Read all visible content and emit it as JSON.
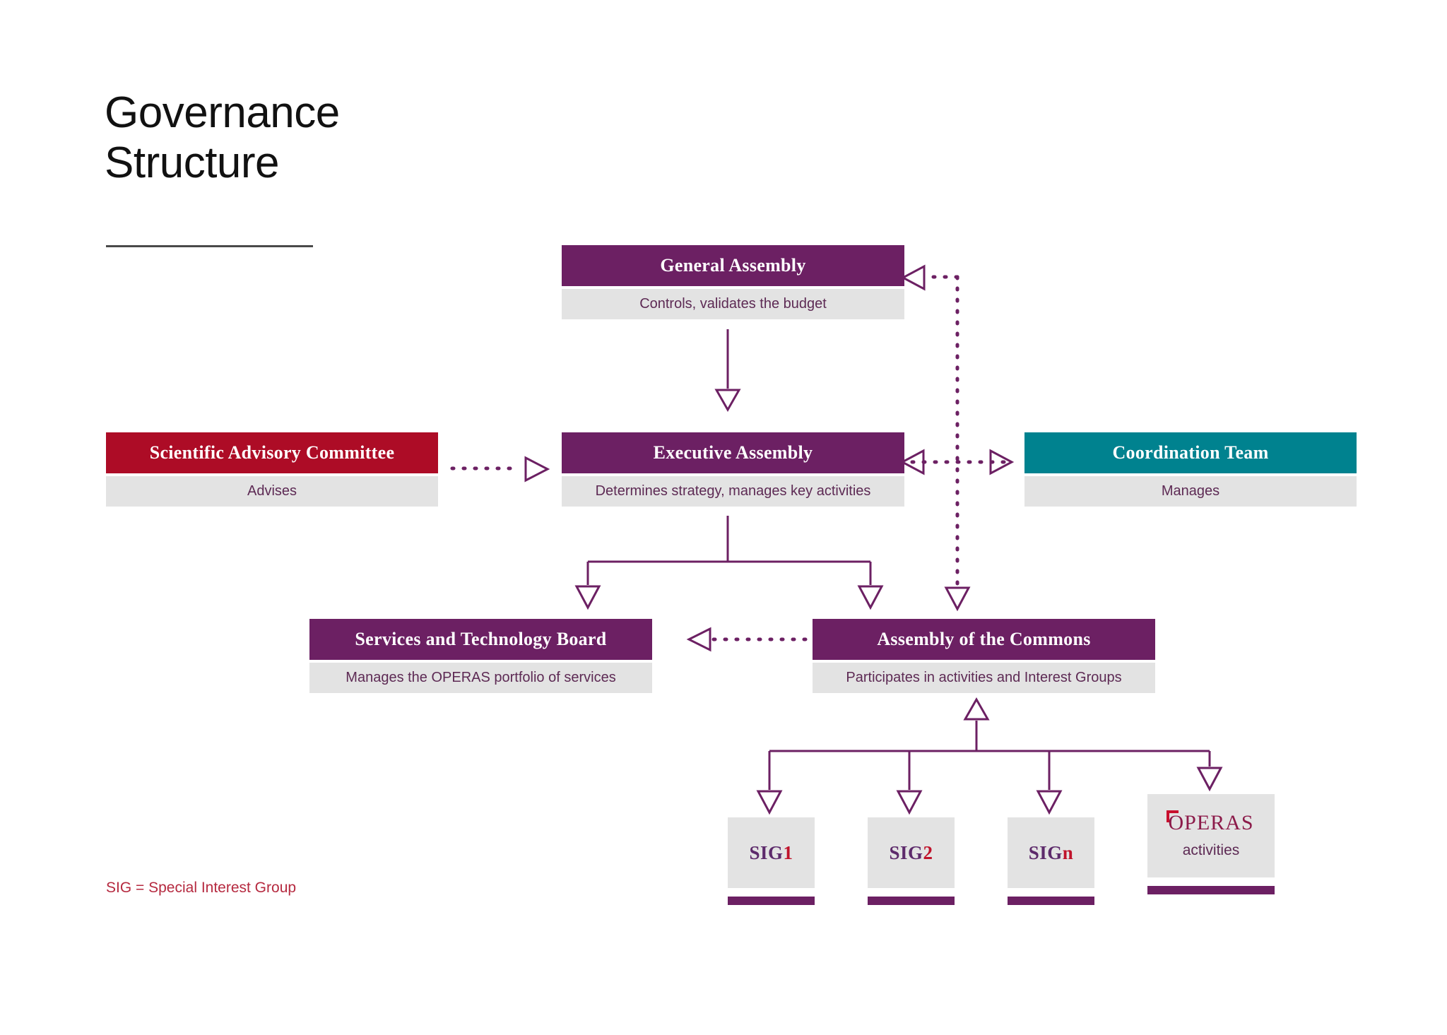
{
  "page": {
    "title": "Governance\nStructure",
    "legend": "SIG = Special Interest Group",
    "background": "#ffffff"
  },
  "colors": {
    "purple": "#6c2063",
    "red": "#ad0c26",
    "teal": "#00828f",
    "body_bg": "#e3e3e3",
    "body_text": "#5d2a54",
    "line": "#6c2063",
    "legend_text": "#b5293f",
    "rule": "#4a4a4a"
  },
  "nodes": {
    "general_assembly": {
      "title": "General Assembly",
      "description": "Controls, validates the budget",
      "color": "purple"
    },
    "scientific_advisory_committee": {
      "title": "Scientific Advisory Committee",
      "description": "Advises",
      "color": "red"
    },
    "executive_assembly": {
      "title": "Executive Assembly",
      "description": "Determines strategy, manages key activities",
      "color": "purple"
    },
    "coordination_team": {
      "title": "Coordination Team",
      "description": "Manages",
      "color": "teal"
    },
    "services_technology_board": {
      "title": "Services and Technology Board",
      "description": "Manages the OPERAS portfolio of services",
      "color": "purple"
    },
    "assembly_of_the_commons": {
      "title": "Participates in activities and Interest Groups",
      "heading": "Assembly of the Commons",
      "description": "Participates in activities and Interest Groups",
      "color": "purple"
    }
  },
  "cards": [
    {
      "prefix": "SIG",
      "accent": "1",
      "kind": "sig"
    },
    {
      "prefix": "SIG",
      "accent": "2",
      "kind": "sig"
    },
    {
      "prefix": "SIG",
      "accent": "n",
      "kind": "sig"
    },
    {
      "logo": "OPERAS",
      "sub": "activities",
      "kind": "logo"
    }
  ],
  "connectors": [
    {
      "from": "general_assembly",
      "to": "executive_assembly",
      "style": "solid",
      "arrow": "down"
    },
    {
      "from": "scientific_advisory_committee",
      "to": "executive_assembly",
      "style": "dotted",
      "arrow": "right"
    },
    {
      "from": "coordination_team",
      "to": "executive_assembly",
      "style": "dotted",
      "arrow": "left"
    },
    {
      "from": "coordination_team",
      "to": "general_assembly",
      "style": "dotted",
      "arrow": "left"
    },
    {
      "from": "coordination_team",
      "to": "assembly_of_the_commons",
      "style": "dotted",
      "arrow": "down"
    },
    {
      "from": "executive_assembly",
      "to": "services_technology_board",
      "style": "solid",
      "arrow": "down"
    },
    {
      "from": "executive_assembly",
      "to": "assembly_of_the_commons",
      "style": "solid",
      "arrow": "down"
    },
    {
      "from": "assembly_of_the_commons",
      "to": "services_technology_board",
      "style": "dotted",
      "arrow": "left"
    },
    {
      "from": "sig_bus",
      "to": "assembly_of_the_commons",
      "style": "solid",
      "arrow": "up"
    },
    {
      "from": "sig_bus",
      "to": "sig1",
      "style": "solid",
      "arrow": "down"
    },
    {
      "from": "sig_bus",
      "to": "sig2",
      "style": "solid",
      "arrow": "down"
    },
    {
      "from": "sig_bus",
      "to": "sign",
      "style": "solid",
      "arrow": "down"
    },
    {
      "from": "sig_bus",
      "to": "operas_activities",
      "style": "solid",
      "arrow": "down"
    }
  ]
}
